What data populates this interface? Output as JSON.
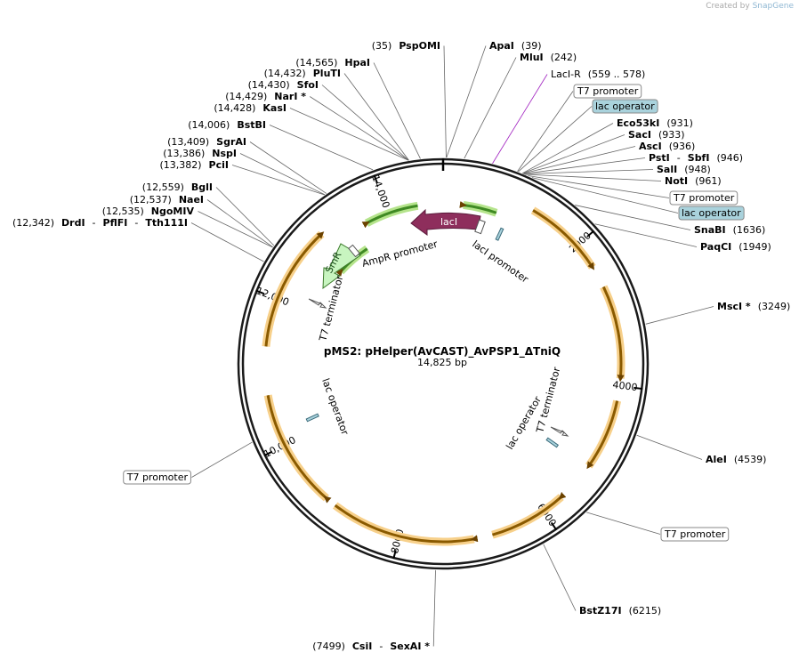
{
  "credit": {
    "prefix": "Created by",
    "brand": "SnapGene"
  },
  "map": {
    "title": "pMS2: pHelper(AvCAST)_AvPSP1_ΔTniQ",
    "length_label": "14,825 bp",
    "total_bp": 14825
  },
  "ticks": [
    {
      "bp": 2000,
      "label": "2000"
    },
    {
      "bp": 4000,
      "label": "4000"
    },
    {
      "bp": 6000,
      "label": "6000"
    },
    {
      "bp": 8000,
      "label": "8000"
    },
    {
      "bp": 10000,
      "label": "10,000"
    },
    {
      "bp": 12000,
      "label": "12,000"
    },
    {
      "bp": 14000,
      "label": "14,000"
    }
  ],
  "sites": [
    {
      "parts": [
        {
          "t": "(35)",
          "b": false
        },
        {
          "t": "PspOMI",
          "b": true
        }
      ]
    },
    {
      "parts": [
        {
          "t": "ApaI",
          "b": true
        },
        {
          "t": "(39)",
          "b": false
        }
      ]
    },
    {
      "parts": [
        {
          "t": "MluI",
          "b": true
        },
        {
          "t": "(242)",
          "b": false
        }
      ]
    },
    {
      "parts": [
        {
          "t": "LacI-R",
          "b": false
        },
        {
          "t": "(559 .. 578)",
          "b": false
        }
      ],
      "color": "#a020c0"
    },
    {
      "parts": [
        {
          "t": "T7 promoter",
          "b": false
        }
      ],
      "box": "white"
    },
    {
      "parts": [
        {
          "t": "lac operator",
          "b": false
        }
      ],
      "box": "blue"
    },
    {
      "parts": [
        {
          "t": "Eco53kI",
          "b": true
        },
        {
          "t": "(931)",
          "b": false
        }
      ]
    },
    {
      "parts": [
        {
          "t": "SacI",
          "b": true
        },
        {
          "t": "(933)",
          "b": false
        }
      ]
    },
    {
      "parts": [
        {
          "t": "AscI",
          "b": true
        },
        {
          "t": "(936)",
          "b": false
        }
      ]
    },
    {
      "parts": [
        {
          "t": "PstI",
          "b": true
        },
        {
          "t": "-",
          "b": false
        },
        {
          "t": "SbfI",
          "b": true
        },
        {
          "t": "(946)",
          "b": false
        }
      ]
    },
    {
      "parts": [
        {
          "t": "SalI",
          "b": true
        },
        {
          "t": "(948)",
          "b": false
        }
      ]
    },
    {
      "parts": [
        {
          "t": "NotI",
          "b": true
        },
        {
          "t": "(961)",
          "b": false
        }
      ]
    },
    {
      "parts": [
        {
          "t": "T7 promoter",
          "b": false
        }
      ],
      "box": "white"
    },
    {
      "parts": [
        {
          "t": "lac operator",
          "b": false
        }
      ],
      "box": "blue"
    },
    {
      "parts": [
        {
          "t": "SnaBI",
          "b": true
        },
        {
          "t": "(1636)",
          "b": false
        }
      ]
    },
    {
      "parts": [
        {
          "t": "PaqCI",
          "b": true
        },
        {
          "t": "(1949)",
          "b": false
        }
      ]
    },
    {
      "parts": [
        {
          "t": "MscI *",
          "b": true
        },
        {
          "t": "(3249)",
          "b": false
        }
      ]
    },
    {
      "parts": [
        {
          "t": "AleI",
          "b": true
        },
        {
          "t": "(4539)",
          "b": false
        }
      ]
    },
    {
      "parts": [
        {
          "t": "T7 promoter",
          "b": false
        }
      ],
      "box": "white"
    },
    {
      "parts": [
        {
          "t": "BstZ17I",
          "b": true
        },
        {
          "t": "(6215)",
          "b": false
        }
      ]
    },
    {
      "parts": [
        {
          "t": "(7499)",
          "b": false
        },
        {
          "t": "CsiI",
          "b": true
        },
        {
          "t": "-",
          "b": false
        },
        {
          "t": "SexAI *",
          "b": true
        }
      ]
    },
    {
      "parts": [
        {
          "t": "T7 promoter",
          "b": false
        }
      ],
      "box": "white"
    },
    {
      "parts": [
        {
          "t": "(12,342)",
          "b": false
        },
        {
          "t": "DrdI",
          "b": true
        },
        {
          "t": "-",
          "b": false
        },
        {
          "t": "PflFI",
          "b": true
        },
        {
          "t": "-",
          "b": false
        },
        {
          "t": "Tth111I",
          "b": true
        }
      ]
    },
    {
      "parts": [
        {
          "t": "(12,535)",
          "b": false
        },
        {
          "t": "NgoMIV",
          "b": true
        }
      ]
    },
    {
      "parts": [
        {
          "t": "(12,537)",
          "b": false
        },
        {
          "t": "NaeI",
          "b": true
        }
      ]
    },
    {
      "parts": [
        {
          "t": "(12,559)",
          "b": false
        },
        {
          "t": "BglI",
          "b": true
        }
      ]
    },
    {
      "parts": [
        {
          "t": "(13,382)",
          "b": false
        },
        {
          "t": "PciI",
          "b": true
        }
      ]
    },
    {
      "parts": [
        {
          "t": "(13,386)",
          "b": false
        },
        {
          "t": "NspI",
          "b": true
        }
      ]
    },
    {
      "parts": [
        {
          "t": "(13,409)",
          "b": false
        },
        {
          "t": "SgrAI",
          "b": true
        }
      ]
    },
    {
      "parts": [
        {
          "t": "(14,006)",
          "b": false
        },
        {
          "t": "BstBI",
          "b": true
        }
      ]
    },
    {
      "parts": [
        {
          "t": "(14,428)",
          "b": false
        },
        {
          "t": "KasI",
          "b": true
        }
      ]
    },
    {
      "parts": [
        {
          "t": "(14,429)",
          "b": false
        },
        {
          "t": "NarI *",
          "b": true
        }
      ]
    },
    {
      "parts": [
        {
          "t": "(14,430)",
          "b": false
        },
        {
          "t": "SfoI",
          "b": true
        }
      ]
    },
    {
      "parts": [
        {
          "t": "(14,432)",
          "b": false
        },
        {
          "t": "PluTI",
          "b": true
        }
      ]
    },
    {
      "parts": [
        {
          "t": "(14,565)",
          "b": false
        },
        {
          "t": "HpaI",
          "b": true
        }
      ]
    }
  ],
  "features": {
    "lacI": "lacI",
    "smr": "SmR",
    "inner": [
      "lacI promoter",
      "AmpR promoter",
      "T7 terminator",
      "lac operator",
      "lac operator",
      "T7 terminator"
    ]
  },
  "colors": {
    "orange": "#f5a623",
    "orange_dark": "#7a4a00",
    "green": "#6cc13c",
    "lacI": "#8e2e5c",
    "smr": "#c8f5c0",
    "operator_box": "#a9d2dc"
  }
}
